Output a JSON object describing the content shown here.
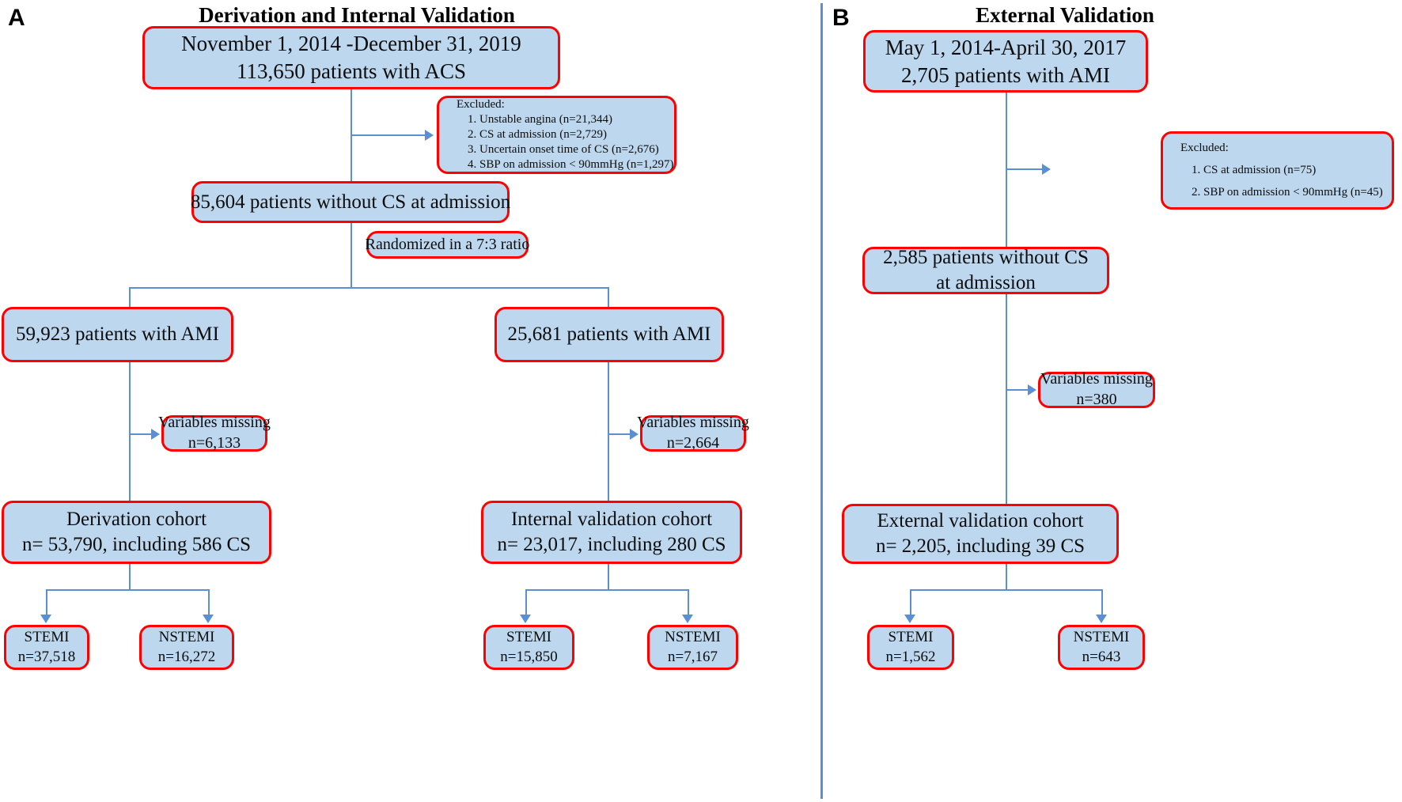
{
  "panels": {
    "a": {
      "letter": "A",
      "title": "Derivation and Internal Validation",
      "source": {
        "line1": "November 1, 2014 -December 31, 2019",
        "line2": "113,650 patients with ACS"
      },
      "excluded": {
        "header": "Excluded:",
        "items": [
          "1. Unstable angina (n=21,344)",
          "2. CS at admission (n=2,729)",
          "3. Uncertain onset time of CS (n=2,676)",
          "4. SBP on admission < 90mmHg (n=1,297)"
        ]
      },
      "without_cs": "85,604 patients without CS at admission",
      "randomize_label": "Randomized in a 7:3 ratio",
      "left_branch": {
        "ami": "59,923 patients with AMI",
        "missing": {
          "line1": "Variables missing",
          "line2": "n=6,133"
        },
        "cohort": {
          "line1": "Derivation cohort",
          "line2": "n= 53,790, including 586 CS"
        },
        "leaves": [
          {
            "line1": "STEMI",
            "line2": "n=37,518"
          },
          {
            "line1": "NSTEMI",
            "line2": "n=16,272"
          }
        ]
      },
      "right_branch": {
        "ami": "25,681 patients with AMI",
        "missing": {
          "line1": "Variables missing",
          "line2": "n=2,664"
        },
        "cohort": {
          "line1": "Internal validation cohort",
          "line2": "n= 23,017, including 280 CS"
        },
        "leaves": [
          {
            "line1": "STEMI",
            "line2": "n=15,850"
          },
          {
            "line1": "NSTEMI",
            "line2": "n=7,167"
          }
        ]
      }
    },
    "b": {
      "letter": "B",
      "title": "External Validation",
      "source": {
        "line1": "May 1, 2014-April 30, 2017",
        "line2": "2,705 patients with AMI"
      },
      "excluded": {
        "header": "Excluded:",
        "items": [
          "1. CS at admission (n=75)",
          "2. SBP on admission < 90mmHg (n=45)"
        ]
      },
      "without_cs": {
        "line1": "2,585  patients without CS",
        "line2": "at admission"
      },
      "missing": {
        "line1": "Variables missing",
        "line2": "n=380"
      },
      "cohort": {
        "line1": "External validation cohort",
        "line2": "n= 2,205, including 39 CS"
      },
      "leaves": [
        {
          "line1": "STEMI",
          "line2": "n=1,562"
        },
        {
          "line1": "NSTEMI",
          "line2": "n=643"
        }
      ]
    }
  },
  "colors": {
    "box_fill": "#bdd7ee",
    "box_border": "#ff0000",
    "connector": "#5b8fd4",
    "text": "#0d0d0d",
    "background": "#ffffff"
  }
}
